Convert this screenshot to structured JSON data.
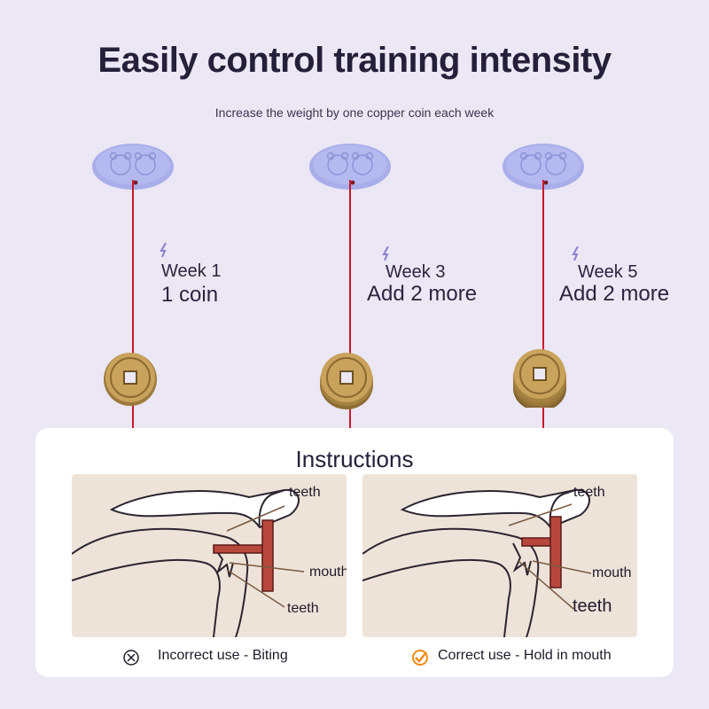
{
  "header": {
    "title": "Easily control training intensity",
    "subtitle": "Increase the weight by one copper coin each week"
  },
  "stages": [
    {
      "line1": "Week 1",
      "line2": "1 coin",
      "coins": 1
    },
    {
      "line1": "Week 3",
      "line2": "Add 2 more",
      "coins": 3
    },
    {
      "line1": "Week 5",
      "line2": "Add 2 more",
      "coins": 5
    }
  ],
  "instructions": {
    "title": "Instructions",
    "incorrect": {
      "labels": {
        "upper": "teeth",
        "middle": "mouth",
        "lower": "teeth"
      },
      "caption": "Incorrect use - Biting",
      "icon": "x-circle-icon"
    },
    "correct": {
      "labels": {
        "upper": "teeth",
        "middle": "mouth",
        "lower": "teeth"
      },
      "caption": "Correct use - Hold in mouth",
      "icon": "check-circle-icon"
    }
  },
  "colors": {
    "background": "#ebe7f4",
    "disc": "#a9aeea",
    "string": "#c9192b",
    "coin": "#b58e4c",
    "tool": "#b7473c",
    "diagram_bg": "#eee3d9",
    "check": "#f08a17"
  }
}
